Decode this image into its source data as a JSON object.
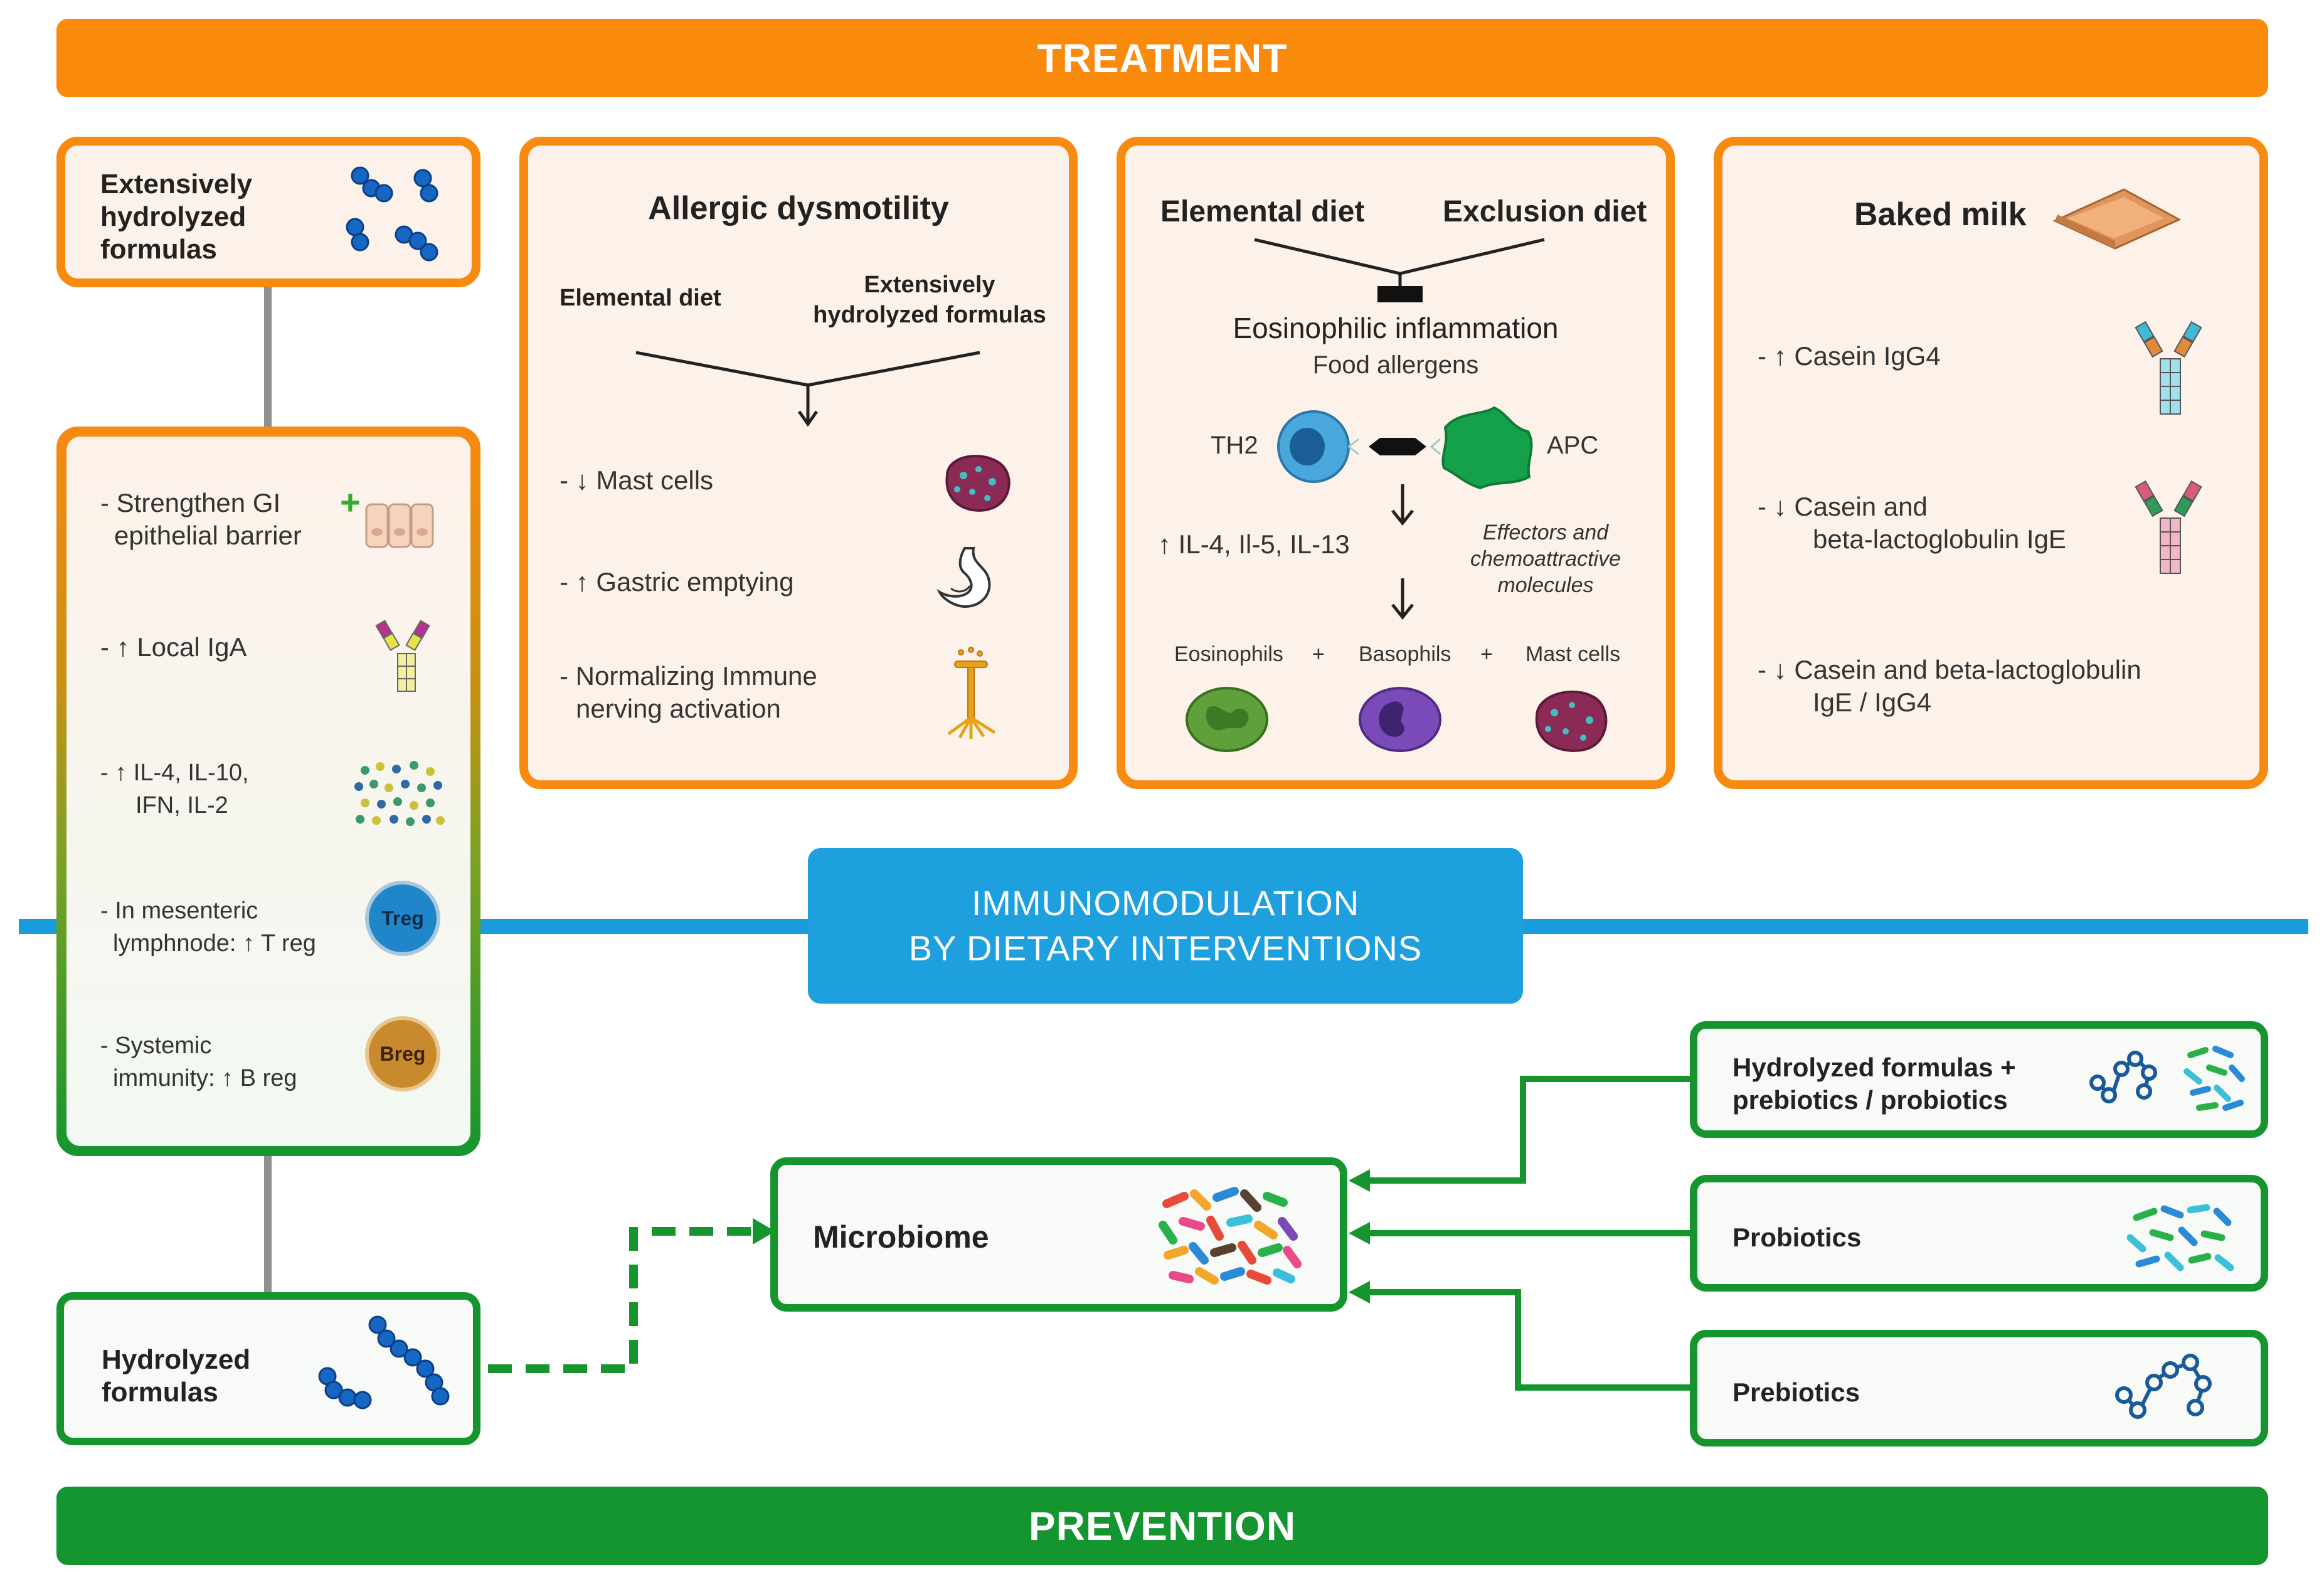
{
  "banners": {
    "treatment": "TREATMENT",
    "prevention": "PREVENTION"
  },
  "center": {
    "line1": "IMMUNOMODULATION",
    "line2": "BY DIETARY INTERVENTIONS"
  },
  "ehf": {
    "line1": "Extensively",
    "line2": "hydrolyzed",
    "line3": "formulas"
  },
  "left_panel": {
    "items": [
      {
        "l1": "- Strengthen GI",
        "l2": "epithelial barrier"
      },
      {
        "l1": "-  ↑ Local IgA"
      },
      {
        "l1": "- ↑ IL-4, IL-10,",
        "l2": "IFN, IL-2"
      },
      {
        "l1": "- In mesenteric",
        "l2": "lymphnode: ↑ T reg",
        "badge": "Treg"
      },
      {
        "l1": "- Systemic",
        "l2": "immunity: ↑ B reg",
        "badge": "Breg"
      }
    ]
  },
  "hydrolyzed": {
    "line1": "Hydrolyzed",
    "line2": "formulas"
  },
  "allergic": {
    "title": "Allergic dysmotility",
    "left_in": "Elemental diet",
    "right_in_1": "Extensively",
    "right_in_2": "hydrolyzed formulas",
    "items": [
      {
        "l1": "-  ↓ Mast cells"
      },
      {
        "l1": "-  ↑ Gastric emptying"
      },
      {
        "l1": "- Normalizing Immune",
        "l2": "nerving activation"
      }
    ]
  },
  "eos": {
    "left_in": "Elemental diet",
    "right_in": "Exclusion diet",
    "title": "Eosinophilic inflammation",
    "sub": "Food allergens",
    "th2": "TH2",
    "apc": "APC",
    "cytokines": "↑  IL-4, Il-5, IL-13",
    "effectors_1": "Effectors and",
    "effectors_2": "chemoattractive",
    "effectors_3": "molecules",
    "cells": [
      "Eosinophils",
      "+",
      "Basophils",
      "+",
      "Mast cells"
    ]
  },
  "baked": {
    "title": "Baked milk",
    "items": [
      {
        "l1": "-  ↑ Casein IgG4"
      },
      {
        "l1": "-  ↓ Casein and",
        "l2": "beta-lactoglobulin IgE"
      },
      {
        "l1": "-  ↓ Casein and beta-lactoglobulin",
        "l2": "IgE / IgG4"
      }
    ]
  },
  "microbiome": "Microbiome",
  "right_boxes": {
    "hfpp_1": "Hydrolyzed formulas +",
    "hfpp_2": "prebiotics / probiotics",
    "probiotics": "Probiotics",
    "prebiotics": "Prebiotics"
  },
  "colors": {
    "orange": "#f98a0c",
    "green": "#14952f",
    "blue": "#1e9fde"
  }
}
